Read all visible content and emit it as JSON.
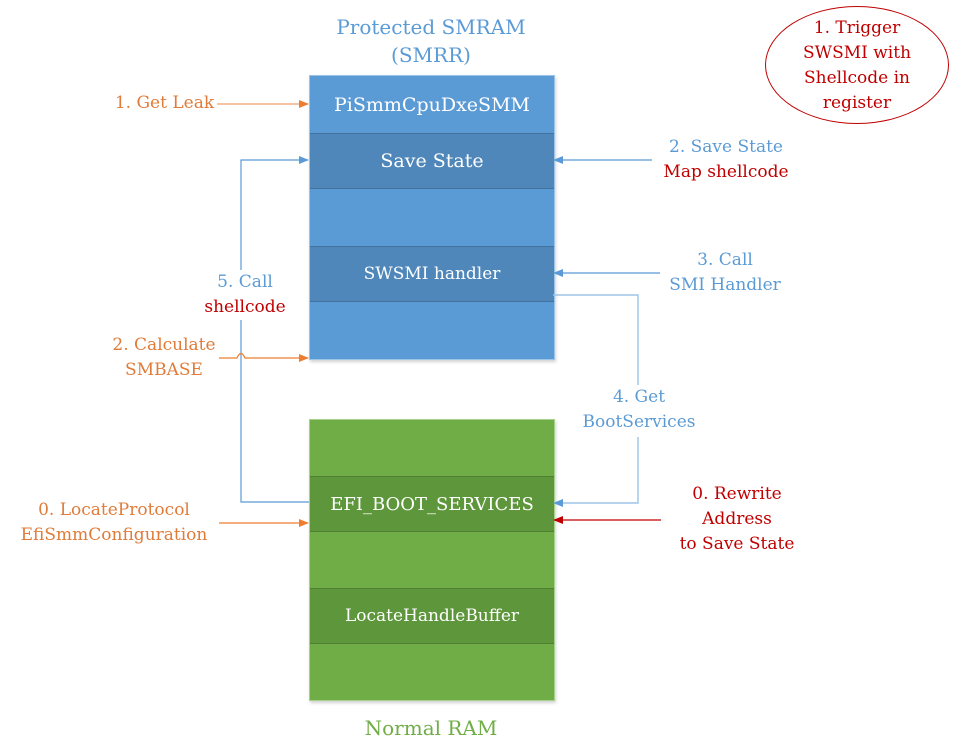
{
  "smram": {
    "title_line1": "Protected SMRAM",
    "title_line2": "(SMRR)",
    "rows": [
      {
        "label": "PiSmmCpuDxeSMM"
      },
      {
        "label": "Save State"
      },
      {
        "label": ""
      },
      {
        "label": "SWSMI handler"
      },
      {
        "label": ""
      }
    ]
  },
  "ram": {
    "title": "Normal RAM",
    "rows": [
      {
        "label": ""
      },
      {
        "label": "EFI_BOOT_SERVICES"
      },
      {
        "label": ""
      },
      {
        "label": "LocateHandleBuffer"
      },
      {
        "label": ""
      }
    ]
  },
  "callout": {
    "lines": [
      "1. Trigger",
      "SWSMI with",
      "Shellcode in",
      "register"
    ]
  },
  "annotations": {
    "get_leak": "1. Get Leak",
    "save_state_line1": "2. Save State",
    "save_state_line2": "Map shellcode",
    "call_smi_line1": "3. Call",
    "call_smi_line2": "SMI Handler",
    "call_shellcode_line1": "5. Call",
    "call_shellcode_line2": "shellcode",
    "calc_smbase_line1": "2. Calculate",
    "calc_smbase_line2": "SMBASE",
    "get_boot_line1": "4. Get",
    "get_boot_line2": "BootServices",
    "locate_protocol_line1": "0. LocateProtocol",
    "locate_protocol_line2": "EfiSmmConfiguration",
    "rewrite_line1": "0. Rewrite",
    "rewrite_line2": "Address",
    "rewrite_line3": "to Save State"
  },
  "colors": {
    "smram_fill": "#5b9bd5",
    "smram_dark": "#4f87ba",
    "ram_fill": "#70ad47",
    "ram_dark": "#5e963c",
    "blue_text": "#5b9bd5",
    "orange_text": "#e07b39",
    "red_text": "#c00000"
  }
}
